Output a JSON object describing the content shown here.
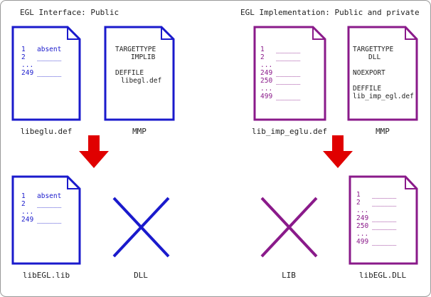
{
  "colors": {
    "blue": "#1a1acc",
    "purple": "#8a1a8a",
    "black": "#222222",
    "arrow": "#e00000",
    "frame": "#999999"
  },
  "titles": {
    "left": "EGL Interface: Public",
    "right": "EGL Implementation: Public and private"
  },
  "docs": {
    "libeglu_def": {
      "caption": "libeglu.def",
      "lines": [
        {
          "num": "1",
          "text": "absent"
        },
        {
          "num": "2",
          "text": "______"
        },
        {
          "num": "...",
          "text": ""
        },
        {
          "num": "249",
          "text": "______"
        }
      ]
    },
    "mmp_left": {
      "caption": "MMP",
      "lines": [
        "TARGETTYPE",
        "IMPLIB",
        "",
        "DEFFILE",
        "libegl.def"
      ]
    },
    "lib_imp_eglu_def": {
      "caption": "lib_imp_eglu.def",
      "lines": [
        {
          "num": "1",
          "text": "______"
        },
        {
          "num": "2",
          "text": "______"
        },
        {
          "num": "...",
          "text": ""
        },
        {
          "num": "249",
          "text": "______"
        },
        {
          "num": "250",
          "text": "______"
        },
        {
          "num": "...",
          "text": ""
        },
        {
          "num": "499",
          "text": "______"
        }
      ]
    },
    "mmp_right": {
      "caption": "MMP",
      "lines": [
        "TARGETTYPE",
        "DLL",
        "",
        "NOEXPORT",
        "",
        "DEFFILE",
        "lib_imp_egl.def"
      ]
    },
    "libegl_lib": {
      "caption": "libEGL.lib",
      "lines": [
        {
          "num": "1",
          "text": "absent"
        },
        {
          "num": "2",
          "text": "______"
        },
        {
          "num": "...",
          "text": ""
        },
        {
          "num": "249",
          "text": "______"
        }
      ]
    },
    "libegl_dll": {
      "caption": "libEGL.DLL",
      "lines": [
        {
          "num": "1",
          "text": "______"
        },
        {
          "num": "2",
          "text": "______"
        },
        {
          "num": "...",
          "text": ""
        },
        {
          "num": "249",
          "text": "______"
        },
        {
          "num": "250",
          "text": "______"
        },
        {
          "num": "...",
          "text": ""
        },
        {
          "num": "499",
          "text": "______"
        }
      ]
    }
  },
  "crosses": {
    "dll": {
      "caption": "DLL"
    },
    "lib": {
      "caption": "LIB"
    }
  }
}
